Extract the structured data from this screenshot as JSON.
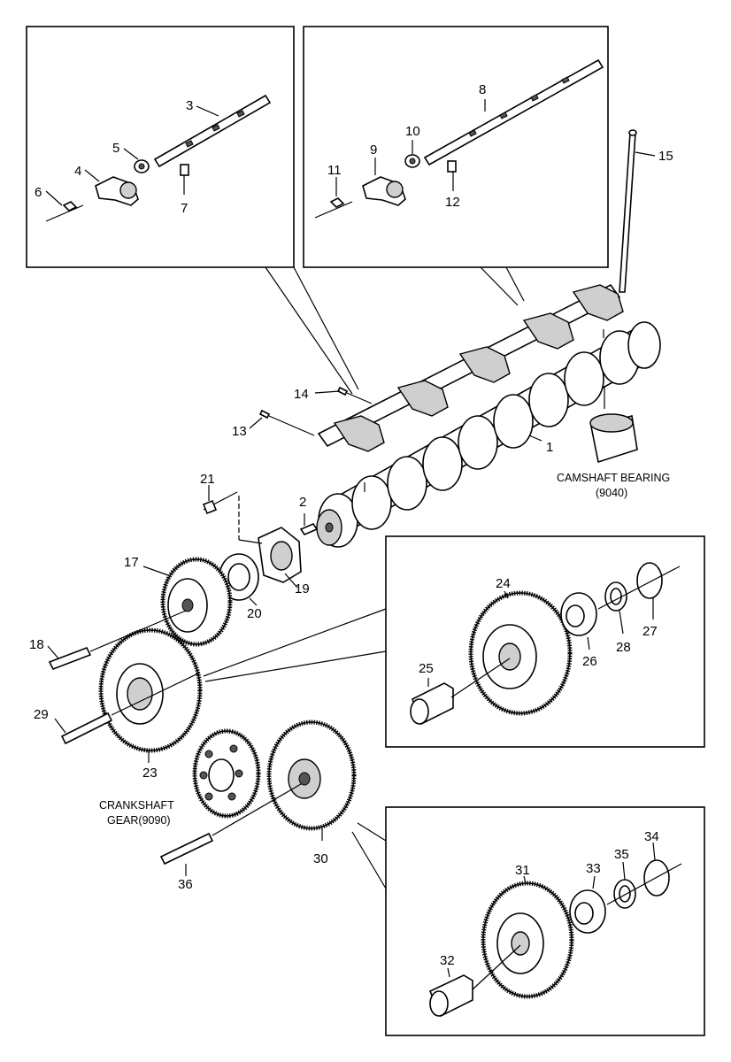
{
  "labels": {
    "n1": "1",
    "n2": "2",
    "n3": "3",
    "n4": "4",
    "n5": "5",
    "n6": "6",
    "n7": "7",
    "n8": "8",
    "n9": "9",
    "n10": "10",
    "n11": "11",
    "n12": "12",
    "n13": "13",
    "n14": "14",
    "n15": "15",
    "n17": "17",
    "n18": "18",
    "n19": "19",
    "n20": "20",
    "n21": "21",
    "n2b": "2",
    "n23": "23",
    "n24": "24",
    "n25": "25",
    "n26": "26",
    "n27": "27",
    "n28": "28",
    "n29": "29",
    "n30": "30",
    "n31": "31",
    "n32": "32",
    "n33": "33",
    "n34": "34",
    "n35": "35",
    "n36": "36"
  },
  "captions": {
    "camshaft_bearing_line1": "CAMSHAFT BEARING",
    "camshaft_bearing_line2": "(9040)",
    "crankshaft_gear_line1": "CRANKSHAFT",
    "crankshaft_gear_line2": "GEAR(9090)"
  }
}
